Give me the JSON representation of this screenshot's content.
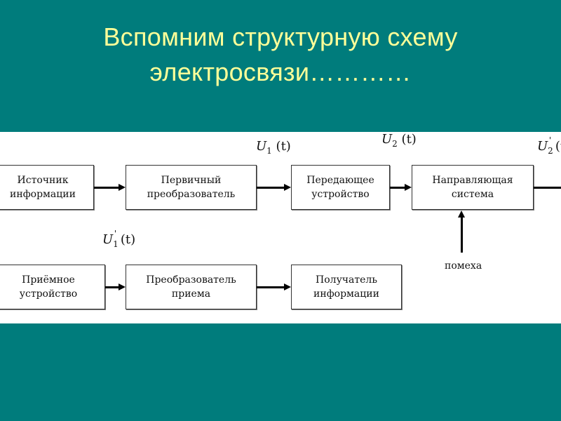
{
  "slide": {
    "title_line1": "Вспомним структурную схему",
    "title_line2": "электросвязи…………"
  },
  "diagram": {
    "blocks": {
      "source": {
        "line1": "Источник",
        "line2": "информации"
      },
      "primary_converter": {
        "line1": "Первичный",
        "line2": "преобразователь"
      },
      "transmitter": {
        "line1": "Передающее",
        "line2": "устройство"
      },
      "channel": {
        "line1": "Направляющая",
        "line2": "система"
      },
      "receiver": {
        "line1": "Приёмное",
        "line2": "устройство"
      },
      "receive_converter": {
        "line1": "Преобразователь",
        "line2": "приема"
      },
      "recipient": {
        "line1": "Получатель",
        "line2": "информации"
      }
    },
    "signals": {
      "u1": {
        "symbol": "U",
        "sub": "1",
        "arg": "(t)"
      },
      "u2": {
        "symbol": "U",
        "sub": "2",
        "arg": "(t)"
      },
      "u2_prime": {
        "symbol": "U",
        "sub": "2",
        "prime": "'",
        "arg": "(t)"
      },
      "u1_prime": {
        "symbol": "U",
        "sub": "1",
        "prime": "'",
        "arg": "(t)"
      }
    },
    "noise_label": "помеха"
  },
  "colors": {
    "background": "#007c7c",
    "title": "#ffff99",
    "panel": "#ffffff"
  }
}
